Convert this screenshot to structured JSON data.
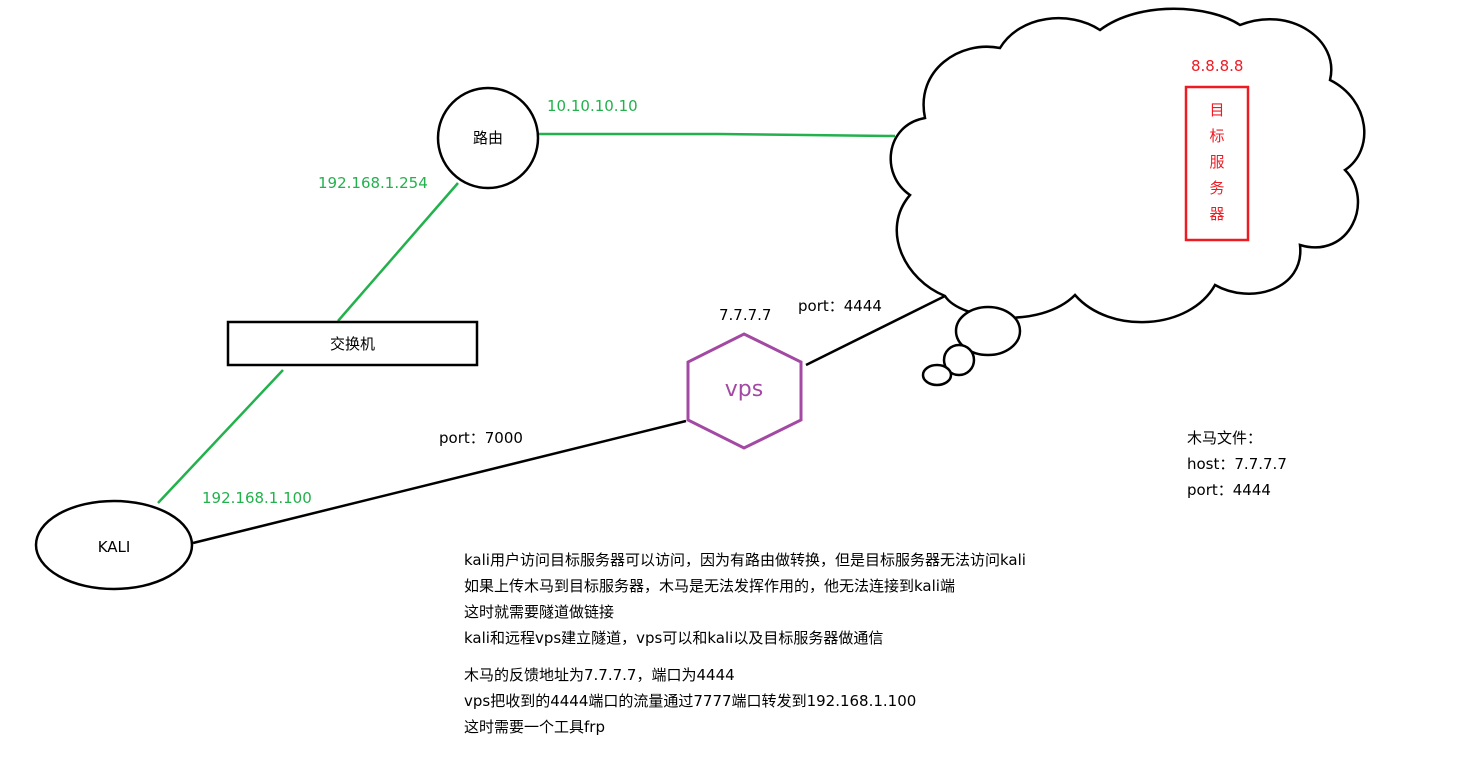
{
  "nodes": {
    "router": "路由",
    "switch": "交换机",
    "kali": "KALI",
    "vps": "vps",
    "target_server": "目标服务器"
  },
  "labels": {
    "router_wan_ip": "10.10.10.10",
    "router_lan_ip": "192.168.1.254",
    "kali_ip": "192.168.1.100",
    "vps_ip": "7.7.7.7",
    "target_ip": "8.8.8.8",
    "vps_kali_port": "port：7000",
    "vps_cloud_port": "port：4444"
  },
  "trojan_config": {
    "title": "木马文件：",
    "host": "host：7.7.7.7",
    "port": "port：4444"
  },
  "notes_block1": [
    "kali用户访问目标服务器可以访问，因为有路由做转换，但是目标服务器无法访问kali",
    "如果上传木马到目标服务器，木马是无法发挥作用的，他无法连接到kali端",
    "这时就需要隧道做链接",
    "kali和远程vps建立隧道，vps可以和kali以及目标服务器做通信"
  ],
  "notes_block2": [
    "木马的反馈地址为7.7.7.7，端口为4444",
    "vps把收到的4444端口的流量通过7777端口转发到192.168.1.100",
    "这时需要一个工具frp"
  ],
  "colors": {
    "link_lan": "#22b14c",
    "link_tunnel": "#000000",
    "target_box": "#ed1c24",
    "vps": "#a349a4"
  }
}
